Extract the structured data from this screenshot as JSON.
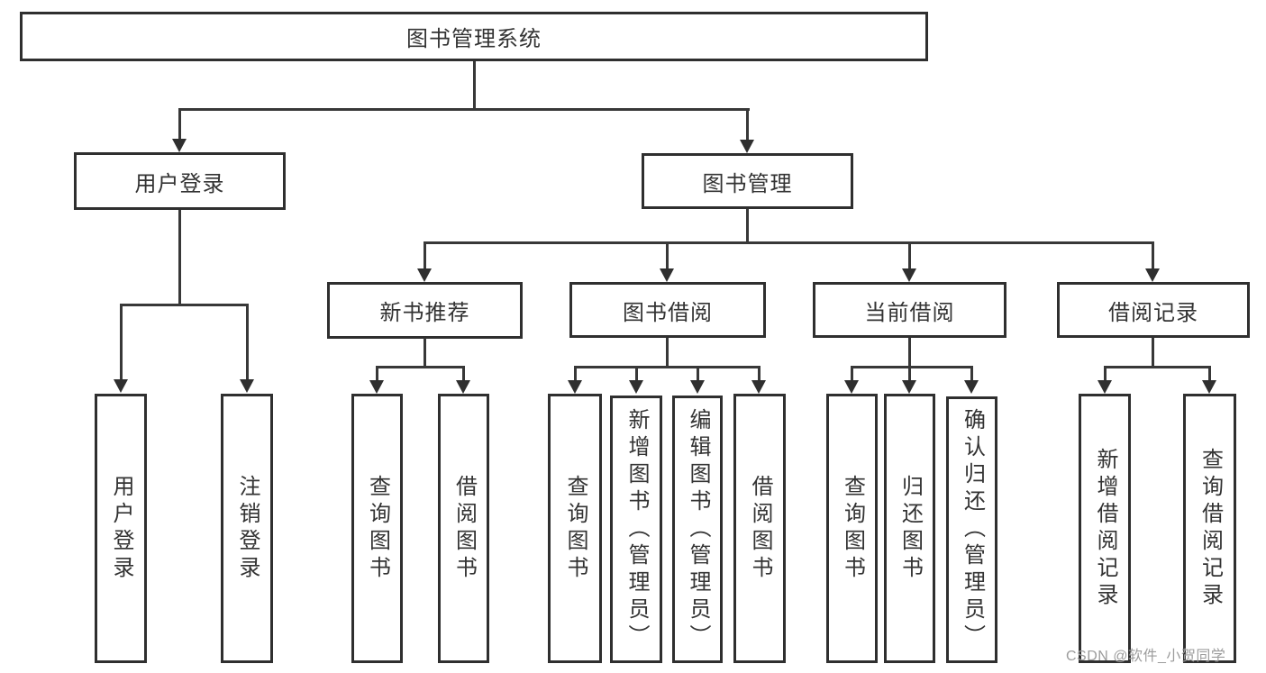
{
  "diagram": {
    "root": "图书管理系统",
    "level2": [
      "用户登录",
      "图书管理"
    ],
    "level3": [
      "新书推荐",
      "图书借阅",
      "当前借阅",
      "借阅记录"
    ],
    "leaves_user_login": [
      "用户登录",
      "注销登录"
    ],
    "leaves_new_book": [
      "查询图书",
      "借阅图书"
    ],
    "leaves_book_borrow": [
      "查询图书",
      "新增图书（管理员）",
      "编辑图书（管理员）",
      "借阅图书"
    ],
    "leaves_current_borrow": [
      "查询图书",
      "归还图书",
      "确认归还（管理员）"
    ],
    "leaves_borrow_record": [
      "新增借阅记录",
      "查询借阅记录"
    ]
  },
  "watermark": "CSDN @软件_小贺同学",
  "colors": {
    "line": "#383838",
    "box_border": "#2f2f2f",
    "text": "#333333",
    "watermark": "#9c9c9c",
    "background": "#ffffff"
  }
}
